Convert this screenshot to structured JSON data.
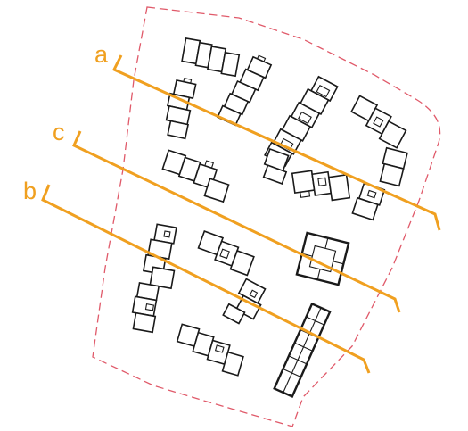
{
  "colors": {
    "section_line": "#f0a020",
    "site_boundary": "#e05a6a",
    "building_outline": "#1a1a1a",
    "background": "#ffffff"
  },
  "section_markers": [
    {
      "id": "a",
      "label": "a"
    },
    {
      "id": "c",
      "label": "c"
    },
    {
      "id": "b",
      "label": "b"
    }
  ]
}
